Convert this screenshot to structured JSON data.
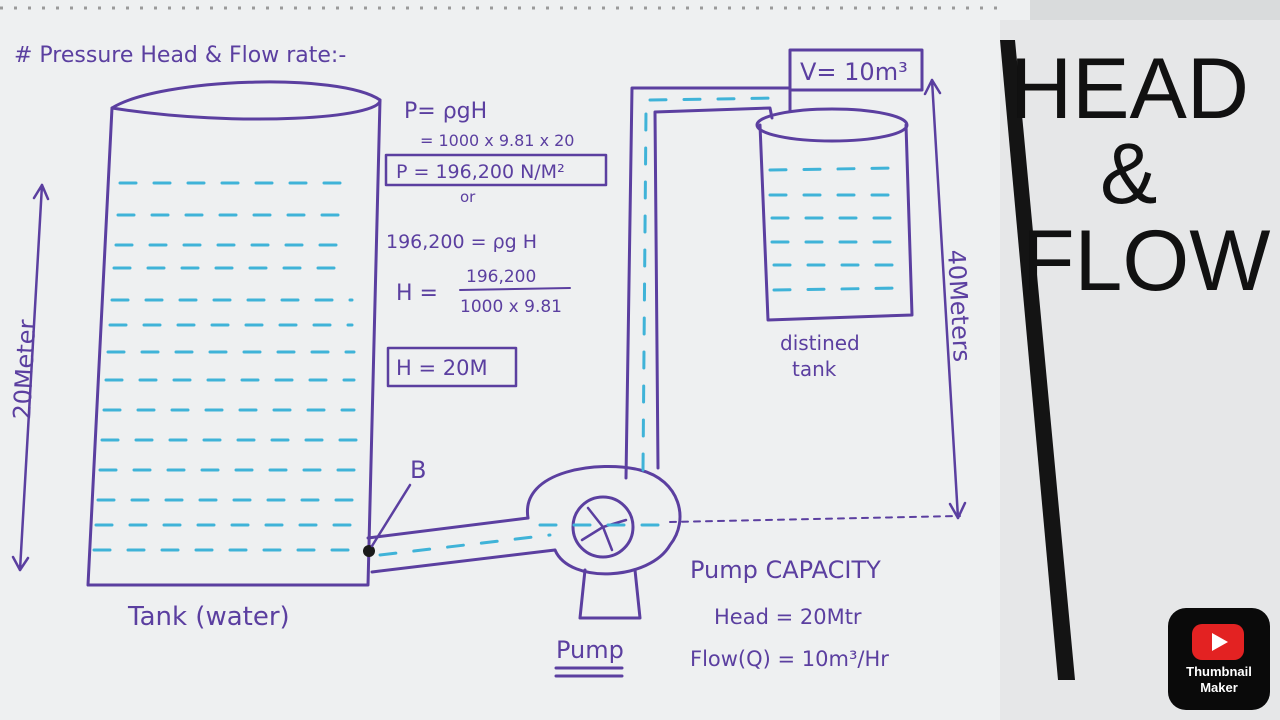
{
  "heading": "# Pressure Head & Flow rate:-",
  "formula": {
    "line1": "P= ρgH",
    "line2": "= 1000 x 9.81 x 20",
    "boxed": "P = 196,200 N/M²",
    "or": "or",
    "line3": "196,200 = ρg H",
    "h_label": "H =",
    "numerator": "196,200",
    "denominator": "1000 x 9.81",
    "result": "H = 20M"
  },
  "labels": {
    "left_dimension": "20Meter",
    "tank": "Tank (water)",
    "point_b": "B",
    "volume": "V= 10m³",
    "destination": [
      "distined",
      "tank"
    ],
    "right_dimension": "40Meters",
    "pump": "Pump"
  },
  "pump_capacity": {
    "title": "Pump CAPACITY",
    "head": "Head = 20Mtr",
    "flow": "Flow(Q) = 10m³/Hr"
  },
  "title_overlay": {
    "line1": "HEAD",
    "line2": "&",
    "line3": "FLOW"
  },
  "badge": {
    "line1": "Thumbnail",
    "line2": "Maker",
    "color": "#e32222"
  },
  "colors": {
    "ink": "#5b3fa0",
    "water": "#3fb3d8"
  }
}
